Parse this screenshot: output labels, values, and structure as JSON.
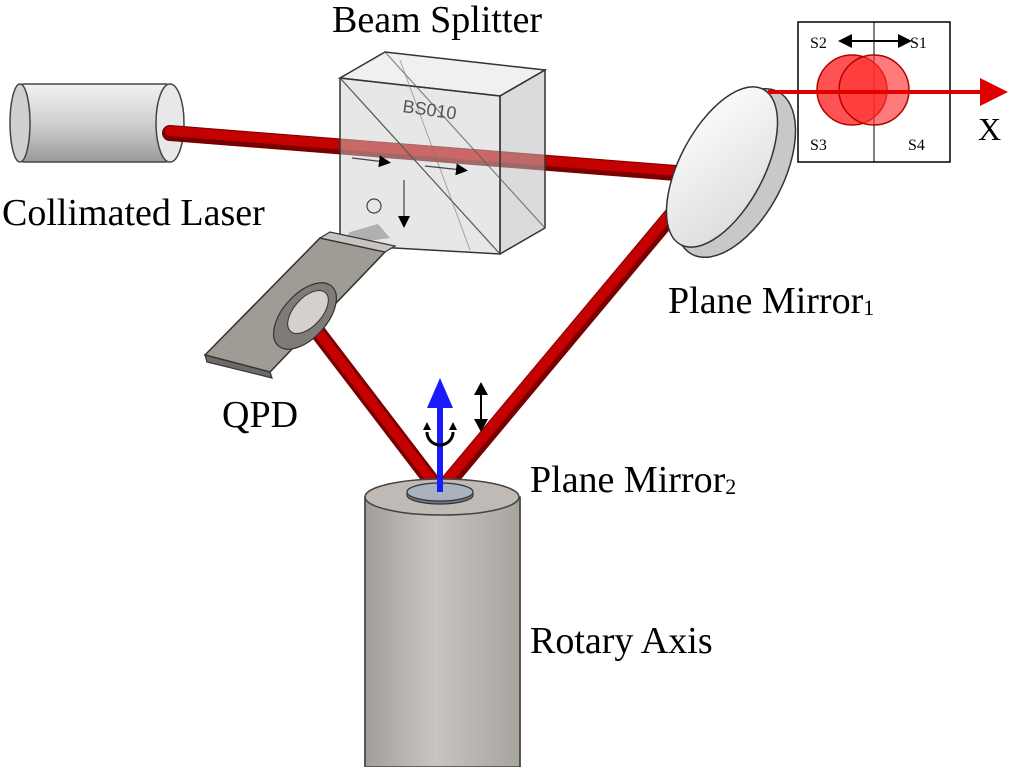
{
  "labels": {
    "beam_splitter": "Beam Splitter",
    "collimated_laser": "Collimated Laser",
    "plane_mirror_1": "Plane Mirror",
    "plane_mirror_1_sub": "1",
    "plane_mirror_2": "Plane Mirror",
    "plane_mirror_2_sub": "2",
    "qpd": "QPD",
    "rotary_axis": "Rotary Axis",
    "cube_marking": "BS010"
  },
  "qpd_inset": {
    "quadrants": [
      "S1",
      "S2",
      "S3",
      "S4"
    ],
    "axis_label": "X"
  },
  "colors": {
    "laser_beam": "#b30000",
    "rotation_arrow": "#1a1aff",
    "spot": "#ff1a1a",
    "housing_gray": "#bdbdbd"
  }
}
